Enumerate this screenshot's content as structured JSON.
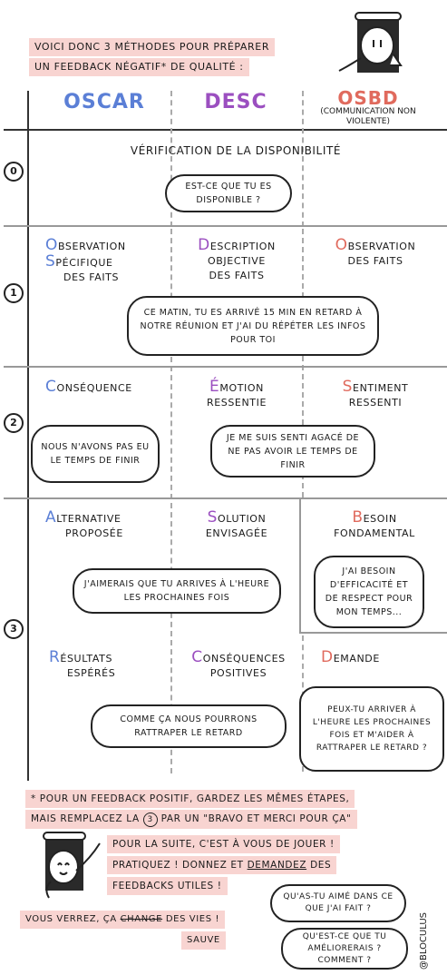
{
  "colors": {
    "oscar": "#5b7fd6",
    "desc": "#9b4fc0",
    "osbd": "#e06a5d",
    "highlight": "#f8d4d1"
  },
  "intro": {
    "line1": "VOICI DONC 3 MÉTHODES POUR PRÉPARER",
    "line2": "UN FEEDBACK NÉGATIF* DE QUALITÉ :"
  },
  "columns": {
    "oscar": "OSCAR",
    "desc": "DESC",
    "osbd": "OSBD",
    "osbd_sub": "(COMMUNICATION NON VIOLENTE)"
  },
  "steps": [
    "0",
    "1",
    "2",
    "3"
  ],
  "step0": {
    "title": "VÉRIFICATION DE LA DISPONIBILITÉ",
    "bubble": "EST-CE QUE TU ES DISPONIBLE ?"
  },
  "step1": {
    "oscar_first": "O",
    "oscar_rest": "BSERVATION",
    "oscar2_first": "S",
    "oscar2_rest": "PÉCIFIQUE",
    "oscar3": "DES FAITS",
    "desc_first": "D",
    "desc_rest": "ESCRIPTION",
    "desc2": "OBJECTIVE",
    "desc3": "DES FAITS",
    "osbd_first": "O",
    "osbd_rest": "BSERVATION",
    "osbd2": "DES FAITS",
    "bubble": "CE MATIN, TU ES ARRIVÉ 15 MIN EN RETARD À NOTRE RÉUNION ET J'AI DU RÉPÉTER LES INFOS POUR TOI"
  },
  "step2": {
    "oscar_first": "C",
    "oscar_rest": "ONSÉQUENCE",
    "desc_first": "É",
    "desc_rest": "MOTION",
    "desc2": "RESSENTIE",
    "osbd_first": "S",
    "osbd_rest": "ENTIMENT",
    "osbd2": "RESSENTI",
    "bubble_left": "NOUS N'AVONS PAS EU LE TEMPS DE FINIR",
    "bubble_mid": "JE ME SUIS SENTI AGACÉ DE NE PAS AVOIR LE TEMPS DE FINIR"
  },
  "step3": {
    "oscar_first": "A",
    "oscar_rest": "LTERNATIVE",
    "oscar2": "PROPOSÉE",
    "desc_first": "S",
    "desc_rest": "OLUTION",
    "desc2": "ENVISAGÉE",
    "osbd_first": "B",
    "osbd_rest": "ESOIN",
    "osbd2": "FONDAMENTAL",
    "bubble_mid": "J'AIMERAIS QUE TU ARRIVES À L'HEURE LES PROCHAINES FOIS",
    "bubble_osbd": "J'AI BESOIN D'EFFICACITÉ ET DE RESPECT POUR MON TEMPS...",
    "oscar_b_first": "R",
    "oscar_b_rest": "ÉSULTATS",
    "oscar_b2": "ESPÉRÉS",
    "desc_b_first": "C",
    "desc_b_rest": "ONSÉQUENCES",
    "desc_b2": "POSITIVES",
    "osbd_b_first": "D",
    "osbd_b_rest": "EMANDE",
    "bubble_mid_b": "COMME ÇA NOUS POURRONS RATTRAPER LE RETARD",
    "bubble_osbd_b": "PEUX-TU ARRIVER À L'HEURE LES PROCHAINES FOIS ET M'AIDER À RATTRAPER LE RETARD ?"
  },
  "footnote": {
    "line1": "* POUR UN FEEDBACK POSITIF, GARDEZ LES MÊMES ÉTAPES,",
    "line2a": "MAIS REMPLACEZ LA",
    "line2_num": "3",
    "line2b": "PAR UN \"BRAVO ET MERCI POUR ÇA\""
  },
  "outro": {
    "line1": "POUR LA SUITE, C'EST À VOUS DE JOUER !",
    "line2a": "PRATIQUEZ ! DONNEZ ET",
    "line2_under": "DEMANDEZ",
    "line2b": "DES",
    "line3": "FEEDBACKS UTILES !",
    "final_a": "VOUS VERREZ, ÇA",
    "final_strike": "CHANGE",
    "final_b": "DES VIES !",
    "final_sub": "SAUVE",
    "bubble_q1": "QU'AS-TU AIMÉ DANS CE QUE J'AI FAIT ?",
    "bubble_q2": "QU'EST-CE QUE TU AMÉLIORERAIS ? COMMENT ?",
    "signature": "@BLOCULUS"
  }
}
